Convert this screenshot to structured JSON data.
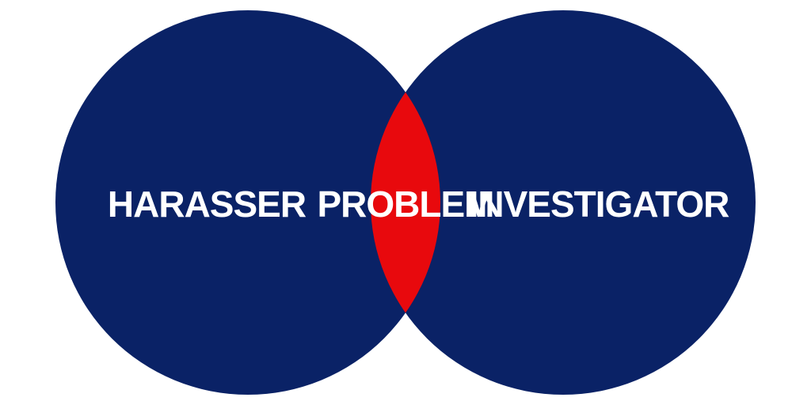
{
  "colors": {
    "background": "#ffffff",
    "circle": "#0a2266",
    "intersection": "#e8090d",
    "label_on_circle": "#ffffff",
    "label_on_intersection": "#ffffff"
  },
  "venn": {
    "left_set": {
      "label": "HARASSER"
    },
    "right_set": {
      "label": "INVESTIGATOR"
    },
    "intersection": {
      "label": "PROBLEM"
    }
  }
}
